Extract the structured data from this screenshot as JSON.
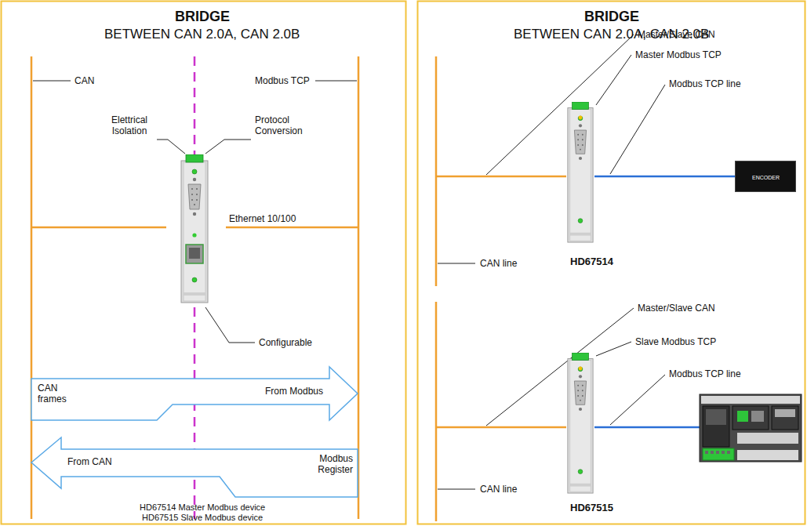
{
  "diagram": {
    "nodes": [
      {
        "text": [
          "CAN frames",
          "From Modbus"
        ]
      },
      {
        "text": [
          "From CAN",
          "Modbus Register"
        ]
      },
      {
        "text": [
          "ENCODER"
        ]
      }
    ],
    "labels": [
      "BRIDGE",
      "BETWEEN CAN 2.0A, CAN 2.0B",
      "CAN",
      "Modbus TCP",
      "Elettrical Isolation",
      "Protocol Conversion",
      "Ethernet 10/100",
      "Configurable",
      "HD67514 Master Modbus device",
      "HD67515 Slave Modbus device",
      "BRIDGE",
      "BETWEEN CAN 2.0A, CAN 2.0B",
      "Master/Slave CAN",
      "Master Modbus TCP",
      "Modbus TCP line",
      "CAN line",
      "HD67514",
      "Master/Slave CAN",
      "Slave Modbus TCP",
      "Modbus TCP line",
      "CAN line",
      "HD67515"
    ]
  }
}
